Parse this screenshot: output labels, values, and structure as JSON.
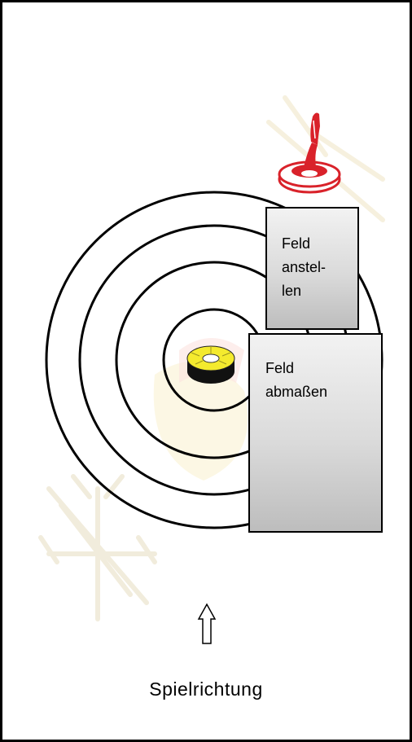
{
  "boxes": {
    "set_field": {
      "lines": [
        "Feld",
        "anstel-",
        "len"
      ]
    },
    "measure_field": {
      "lines": [
        "Feld",
        "abmaßen"
      ]
    }
  },
  "caption": "Spielrichtung",
  "icons": [
    "eisstock-icon",
    "daube-icon",
    "arrow-up-icon",
    "snowflake-watermark"
  ],
  "colors": {
    "rings": "#000000",
    "stock": "#d9222a",
    "daube_top": "#f2e830",
    "daube_body": "#111111",
    "box_fill": "#d6d6d6",
    "watermark": "#f3eed6"
  }
}
